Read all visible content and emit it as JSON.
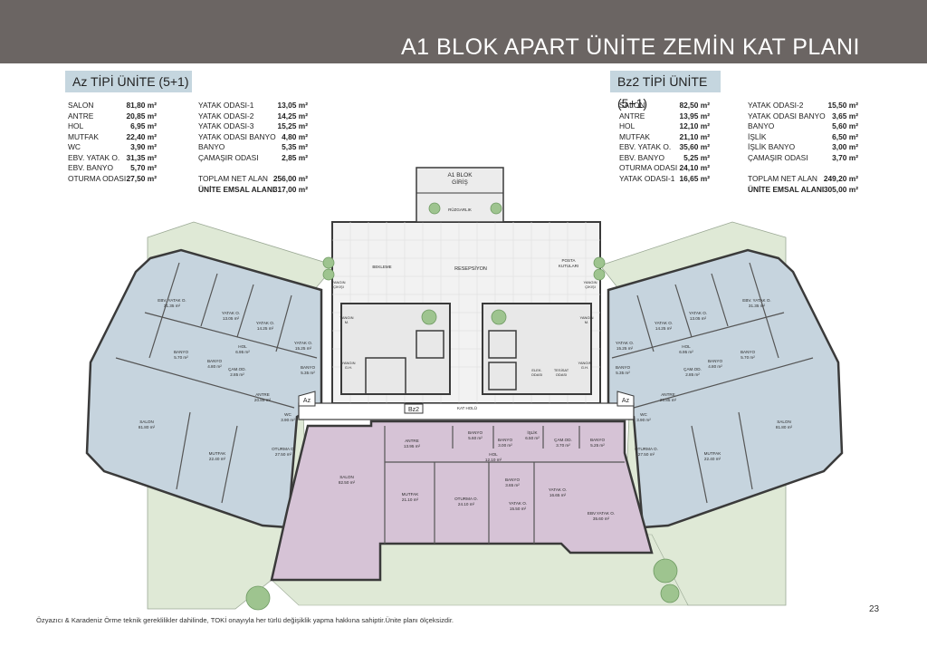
{
  "header": {
    "title": "A1 BLOK APART ÜNİTE  ZEMİN KAT PLANI",
    "bg": "#6b6563"
  },
  "az_unit": {
    "label": "Az TİPİ ÜNİTE (5+1)",
    "col1": [
      {
        "label": "SALON",
        "value": "81,80 m²"
      },
      {
        "label": "ANTRE",
        "value": "20,85 m²"
      },
      {
        "label": "HOL",
        "value": "6,95 m²"
      },
      {
        "label": "MUTFAK",
        "value": "22,40 m²"
      },
      {
        "label": "WC",
        "value": "3,90 m²"
      },
      {
        "label": "EBV. YATAK O.",
        "value": "31,35 m²"
      },
      {
        "label": "EBV. BANYO",
        "value": "5,70 m²"
      },
      {
        "label": "OTURMA ODASI",
        "value": "27,50 m²"
      }
    ],
    "col2": [
      {
        "label": "YATAK ODASI-1",
        "value": "13,05 m²"
      },
      {
        "label": "YATAK ODASI-2",
        "value": "14,25 m²"
      },
      {
        "label": "YATAK ODASI-3",
        "value": "15,25 m²"
      },
      {
        "label": "YATAK ODASI BANYO",
        "value": "4,80 m²"
      },
      {
        "label": "BANYO",
        "value": "5,35 m²"
      },
      {
        "label": "ÇAMAŞIR ODASI",
        "value": "2,85 m²"
      }
    ],
    "total_net": {
      "label": "TOPLAM NET ALAN",
      "value": "256,00 m²"
    },
    "total_emsal": {
      "label": "ÜNİTE EMSAL ALANI",
      "value": "317,00 m²"
    }
  },
  "bz2_unit": {
    "label": "Bz2 TİPİ ÜNİTE (5+1)",
    "col1": [
      {
        "label": "SALON",
        "value": "82,50 m²"
      },
      {
        "label": "ANTRE",
        "value": "13,95 m²"
      },
      {
        "label": "HOL",
        "value": "12,10 m²"
      },
      {
        "label": "MUTFAK",
        "value": "21,10 m²"
      },
      {
        "label": "EBV. YATAK O.",
        "value": "35,60 m²"
      },
      {
        "label": "EBV. BANYO",
        "value": "5,25 m²"
      },
      {
        "label": "OTURMA ODASI",
        "value": "24,10 m²"
      },
      {
        "label": "YATAK ODASI-1",
        "value": "16,65 m²"
      }
    ],
    "col2": [
      {
        "label": "YATAK ODASI-2",
        "value": "15,50 m²"
      },
      {
        "label": "YATAK ODASI BANYO",
        "value": "3,65 m²"
      },
      {
        "label": "BANYO",
        "value": "5,60 m²"
      },
      {
        "label": "İŞLİK",
        "value": "6,50 m²"
      },
      {
        "label": "İŞLİK BANYO",
        "value": "3,00 m²"
      },
      {
        "label": "ÇAMAŞIR ODASI",
        "value": "3,70 m²"
      }
    ],
    "total_net": {
      "label": "TOPLAM NET ALAN",
      "value": "249,20 m²"
    },
    "total_emsal": {
      "label": "ÜNİTE EMSAL ALANI",
      "value": "305,00 m²"
    }
  },
  "plan": {
    "entrance": "A1 BLOK",
    "entrance2": "GİRİŞ",
    "rozgarlik": "RÜZGARLIK",
    "resepsiyon": "RESEPSİYON",
    "bekleme": "BEKLEME",
    "posta": "POSTA",
    "posta2": "KUTULARI",
    "kat_holu": "KAT HOLÜ",
    "yangin_merdiven": "YANGIN",
    "yangin_merdiven2": "M.",
    "yangin_cikisi": "YANGIN",
    "yangin_cikisi2": "ÇIKIŞI",
    "yangin_gh": "YANGIN",
    "yangin_gh2": "G.H.",
    "elek_odasi": "ELEK.",
    "elek_odasi2": "ODASI",
    "tesisat": "TESİSAT",
    "tesisat2": "ODASI",
    "az_tag": "Az",
    "bz2_tag": "Bz2",
    "left_rooms": [
      {
        "name": "EBV. YATAK O.",
        "area": "31.35 m²"
      },
      {
        "name": "YATAK O.",
        "area": "13.05 m²"
      },
      {
        "name": "YATAK O.",
        "area": "14.25 m²"
      },
      {
        "name": "YATAK O.",
        "area": "15.25 m²"
      },
      {
        "name": "BANYO",
        "area": "5.70 m²"
      },
      {
        "name": "BANYO",
        "area": "4.80 m²"
      },
      {
        "name": "HOL",
        "area": "6.95 m²"
      },
      {
        "name": "ÇAM.OD.",
        "area": "2.85 m²"
      },
      {
        "name": "BANYO",
        "area": "5.35 m²"
      },
      {
        "name": "ANTRE",
        "area": "20.85 m²"
      },
      {
        "name": "WC",
        "area": "3.90 m²"
      },
      {
        "name": "SALON",
        "area": "81.80 m²"
      },
      {
        "name": "MUTFAK",
        "area": "22.40 m²"
      },
      {
        "name": "OTURMA O.",
        "area": "27.50 m²"
      }
    ],
    "bottom_rooms": [
      {
        "name": "ANTRE",
        "area": "13.95 m²"
      },
      {
        "name": "BANYO",
        "area": "5.60 m²"
      },
      {
        "name": "BANYO",
        "area": "3.00 m²"
      },
      {
        "name": "İŞLİK",
        "area": "6.50 m²"
      },
      {
        "name": "ÇAM.OD.",
        "area": "3.70 m²"
      },
      {
        "name": "BANYO",
        "area": "5.25 m²"
      },
      {
        "name": "HOL",
        "area": "12.10 m²"
      },
      {
        "name": "SALON",
        "area": "82.50 m²"
      },
      {
        "name": "MUTFAK",
        "area": "21.10 m²"
      },
      {
        "name": "OTURMA O.",
        "area": "24.10 m²"
      },
      {
        "name": "BANYO",
        "area": "3.65 m²"
      },
      {
        "name": "YATAK O.",
        "area": "15.50 m²"
      },
      {
        "name": "YATAK O.",
        "area": "16.65 m²"
      },
      {
        "name": "EBV.YATAK O.",
        "area": "35.60 m²"
      }
    ],
    "right_rooms": [
      {
        "name": "EBV. YATAK O.",
        "area": "31.35 m²"
      },
      {
        "name": "YATAK O.",
        "area": "13.05 m²"
      },
      {
        "name": "YATAK O.",
        "area": "14.25 m²"
      },
      {
        "name": "YATAK O.",
        "area": "15.25 m²"
      },
      {
        "name": "BANYO",
        "area": "5.70 m²"
      },
      {
        "name": "BANYO",
        "area": "4.80 m²"
      },
      {
        "name": "HOL",
        "area": "6.95 m²"
      },
      {
        "name": "ÇAM.OD.",
        "area": "2.85 m²"
      },
      {
        "name": "BANYO",
        "area": "5.35 m²"
      },
      {
        "name": "ANTRE",
        "area": "20.85 m²"
      },
      {
        "name": "WC",
        "area": "3.90 m²"
      },
      {
        "name": "SALON",
        "area": "81.80 m²"
      },
      {
        "name": "MUTFAK",
        "area": "22.40 m²"
      },
      {
        "name": "OTURMA O.",
        "area": "27.50 m²"
      }
    ]
  },
  "footer": {
    "note": "Özyazıcı & Karadeniz Örme teknik gereklilikler dahilinde, TOKİ onayıyla her türlü değişiklik yapma hakkına sahiptir.Ünite planı ölçeksizdir.",
    "page": "23"
  },
  "colors": {
    "az_fill": "#c6d4de",
    "bz2_fill": "#d6c3d6",
    "landscape": "#dfe9d6",
    "wall": "#3a3a3a"
  }
}
